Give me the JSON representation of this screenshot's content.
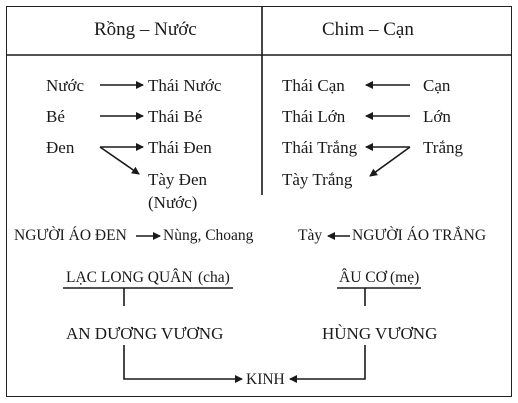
{
  "headers": {
    "left": "Rồng – Nước",
    "right": "Chim – Cạn"
  },
  "left_group": {
    "sources": [
      "Nước",
      "Bé",
      "Đen"
    ],
    "targets": [
      "Thái Nước",
      "Thái Bé",
      "Thái Đen",
      "Tày Đen",
      "(Nước)"
    ]
  },
  "right_group": {
    "sources": [
      "Cạn",
      "Lớn",
      "Trắng"
    ],
    "targets": [
      "Thái Cạn",
      "Thái Lớn",
      "Thái Trắng",
      "Tày Trắng"
    ]
  },
  "people": {
    "left_source": "NGƯỜI ÁO ĐEN",
    "left_target": "Nùng, Choang",
    "right_source": "NGƯỜI ÁO TRẮNG",
    "right_target": "Tày"
  },
  "lineage": {
    "father_name": "LẠC LONG QUÂN",
    "father_role": "(cha)",
    "mother_name": "ÂU CƠ",
    "mother_role": "(mẹ)",
    "left_child": "AN DƯƠNG VƯƠNG",
    "right_child": "HÙNG VƯƠNG",
    "result": "KINH"
  }
}
